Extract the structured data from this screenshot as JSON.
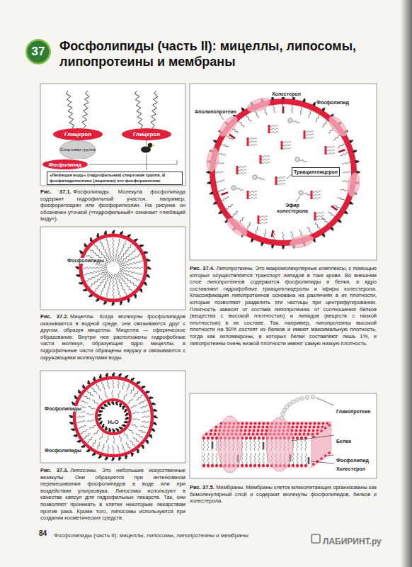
{
  "diagram": {
    "title": "Фосфолипиды (часть II): мицеллы, липосомы, липопротеины и мембраны",
    "nodes": [
      {
        "text": [
          "37"
        ]
      },
      {
        "text": [
          "Глицерол"
        ]
      },
      {
        "text": [
          "Спиртовая группа"
        ]
      },
      {
        "text": [
          "Глицерол"
        ]
      },
      {
        "text": [
          "Фосфолипид"
        ]
      },
      {
        "text": [
          "«Любящая воду» (гидрофильная) спиртовая группа. В фосфатидилхолине (лецитине) это фосфорилхолин"
        ]
      },
      {
        "text": [
          "Триацилглицерол"
        ]
      }
    ],
    "labels": [
      "Рис. 37.1.",
      "Фосфолипиды. Молекула фосфолипида содержит гидрофильный участок, например, фосфорилсерин или фосфорилхолин. На рисунке он обозначен уточкой («гидрофильный» означает «любящий воду»).",
      "Фосфолипиды",
      "Рис. 37.2.",
      "Мицеллы. Когда молекулы фосфолипидов оказываются в водной среде, они связываются друг с другом, образуя мицеллы. Мицелла — сферическое образование. Внутри нее расположены гидрофобные части молекул, образующие ядро мицеллы, а гидрофильные части обращены наружу и связываются с окружающими молекулами воды.",
      "Фосфолипиды",
      "H₂O",
      "Фосфолипиды",
      "Рис. 37.3.",
      "Липосомы. Это небольшие искусственные везикулы. Они образуются при интенсивном перемешивании фосфолипидов в воде или при воздействии ультразвука. Липосомы используют в качестве капсул для гидрофильных лекарств. Так, они позволяют проникать в клетки некоторым лекарствам против рака. Кроме того, липосомы используются при создании косметических средств.",
      "Холестерол",
      "Фосфолипид",
      "Аполипопротеин",
      "Эфир холестерола",
      "Рис. 37.4.",
      "Липопротеины. Это макромолекулярные комплексы, с помощью которых осуществляется транспорт липидов в токе крови. Во внешнем слое липопротеинов содержатся фосфолипиды и белки, а ядро составляют гидрофобные триацилглицеролы и эфиры холестерола. Классификация липопротеинов основана на различиях в их плотности, которые позволяют разделить эти частицы при центрифугировании. Плотность зависит от состава липопротеина: от соотношения белков (вещества с высокой плотностью) и липидов (веществ с низкой плотностью) в их составе. Так, например, липопротеины высокой плотности на 50% состоят из белков и имеют максимальную плотность, тогда как хиломикроны, в которых белки составляют лишь 1%, и липопротеины очень низкой плотности имеют самую низкую плотность.",
      "Гликопротеин",
      "Белок",
      "Фосфолипид",
      "Холестерол",
      "Рис. 37.5.",
      "Мембраны. Мембраны клеток млекопитающих организованы как бимолекулярный слой и содержат молекулы фосфолипидов, белков и холестерола.",
      "84",
      "Фосфолипиды (часть II): мицеллы, липосомы, липопротеины и мембраны",
      "ЛАБИРИНТ.ру"
    ]
  }
}
